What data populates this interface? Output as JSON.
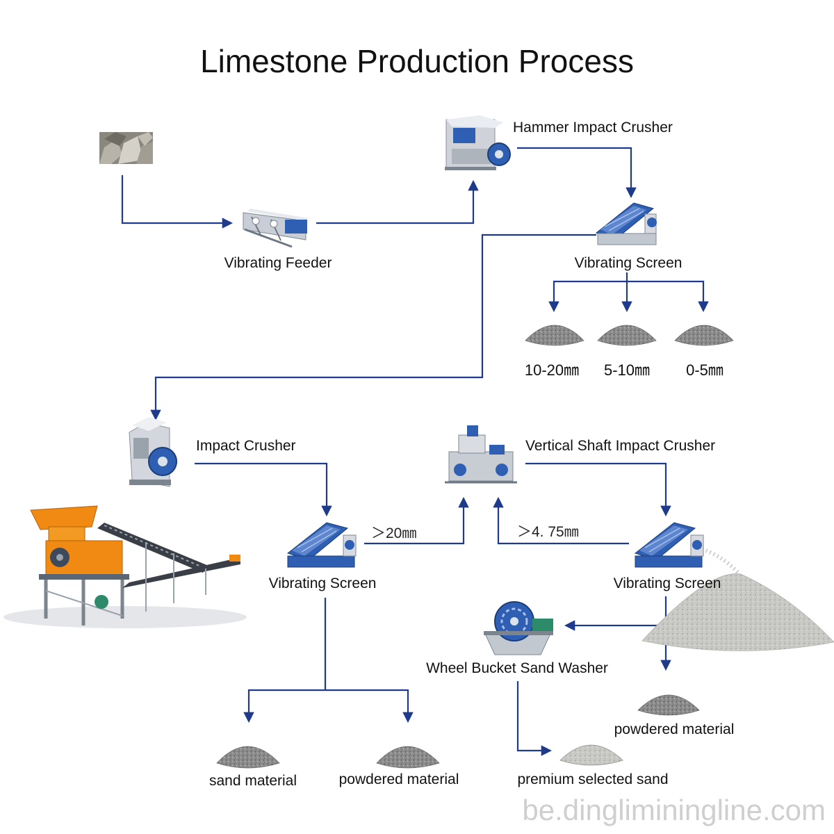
{
  "title": "Limestone Production Process",
  "colors": {
    "arrow": "#1e3a8a",
    "machine_blue": "#2f5fb3",
    "steel": "#b9bec6",
    "gravel": "#8a8a8a",
    "crusher_orange": "#f08a12"
  },
  "nodes": {
    "vibrating_feeder": "Vibrating Feeder",
    "hammer_impact_crusher": "Hammer Impact Crusher",
    "vibrating_screen_top": "Vibrating Screen",
    "impact_crusher": "Impact Crusher",
    "vertical_shaft_impact_crusher": "Vertical Shaft Impact Crusher",
    "vibrating_screen_left": "Vibrating Screen",
    "vibrating_screen_right": "Vibrating Screen",
    "wheel_bucket_sand_washer": "Wheel Bucket Sand Washer"
  },
  "products": {
    "p_10_20": "10-20㎜",
    "p_5_10": "5-10㎜",
    "p_0_5": "0-5㎜",
    "sand_material": "sand material",
    "powdered_material_left": "powdered material",
    "powdered_material_right": "powdered material",
    "premium_selected_sand": "premium selected sand"
  },
  "edge_labels": {
    "gt_20": "＞20㎜",
    "gt_4_75": "＞4. 75㎜"
  },
  "watermark": "be.dingliminingline.com"
}
